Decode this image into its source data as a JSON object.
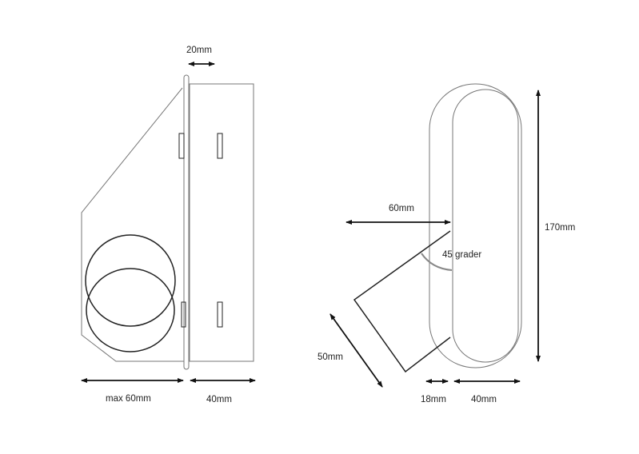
{
  "side_view": {
    "dim_top": "20mm",
    "dim_bottom_left": "max 60mm",
    "dim_bottom_right": "40mm"
  },
  "front_view": {
    "dim_offset": "60mm",
    "angle_label": "45 grader",
    "dim_pipe": "50mm",
    "dim_height": "170mm",
    "dim_bottom_left": "18mm",
    "dim_bottom_right": "40mm"
  },
  "colors": {
    "line": "#777777",
    "dark": "#222222",
    "arc": "#888888"
  }
}
